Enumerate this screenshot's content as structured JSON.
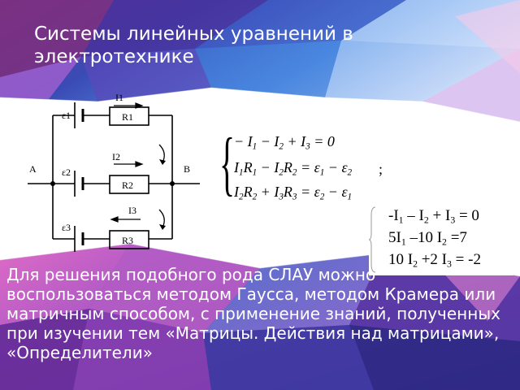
{
  "title": "Системы линейных уравнений в электротехнике",
  "body_text": "Для решения подобного рода СЛАУ можно воспользоваться методом Гаусса, методом Крамера или матричным способом, с применение знаний, полученных при изучении тем  «Матрицы. Действия над матрицами», «Определители»",
  "circuit": {
    "current_labels": [
      "I1",
      "I2",
      "I3"
    ],
    "emf_labels": [
      "ε1",
      "ε2",
      "ε3"
    ],
    "resistor_labels": [
      "R1",
      "R2",
      "R3"
    ],
    "node_labels": [
      "A",
      "B"
    ]
  },
  "colors": {
    "text_on_background": "#ffffff",
    "background_gradient": [
      "#3f2a8f",
      "#5fa6ef",
      "#c9d9f9",
      "#e76fc8"
    ]
  }
}
